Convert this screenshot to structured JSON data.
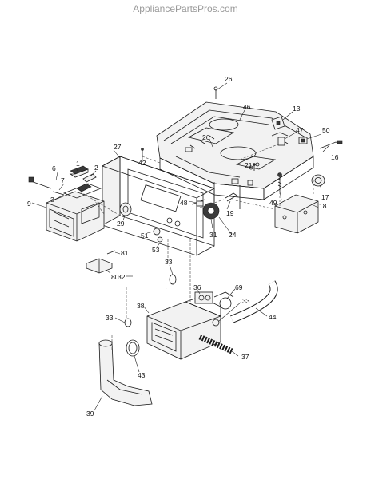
{
  "watermark": "AppliancePartsPros.com",
  "callouts": [
    {
      "id": "26a",
      "text": "26"
    },
    {
      "id": "46",
      "text": "46"
    },
    {
      "id": "13",
      "text": "13"
    },
    {
      "id": "47",
      "text": "47"
    },
    {
      "id": "50",
      "text": "50"
    },
    {
      "id": "27",
      "text": "27"
    },
    {
      "id": "26b",
      "text": "26"
    },
    {
      "id": "16",
      "text": "16"
    },
    {
      "id": "1",
      "text": "1"
    },
    {
      "id": "6",
      "text": "6"
    },
    {
      "id": "2",
      "text": "2"
    },
    {
      "id": "7",
      "text": "7"
    },
    {
      "id": "42",
      "text": "42"
    },
    {
      "id": "21",
      "text": "21"
    },
    {
      "id": "3",
      "text": "3"
    },
    {
      "id": "9",
      "text": "9"
    },
    {
      "id": "48",
      "text": "48"
    },
    {
      "id": "49",
      "text": "49"
    },
    {
      "id": "17",
      "text": "17"
    },
    {
      "id": "19",
      "text": "19"
    },
    {
      "id": "18",
      "text": "18"
    },
    {
      "id": "29",
      "text": "29"
    },
    {
      "id": "51",
      "text": "51"
    },
    {
      "id": "31",
      "text": "31"
    },
    {
      "id": "24",
      "text": "24"
    },
    {
      "id": "53",
      "text": "53"
    },
    {
      "id": "81",
      "text": "81"
    },
    {
      "id": "33a",
      "text": "33"
    },
    {
      "id": "80",
      "text": "80"
    },
    {
      "id": "32",
      "text": "32"
    },
    {
      "id": "69",
      "text": "69"
    },
    {
      "id": "36",
      "text": "36"
    },
    {
      "id": "33b",
      "text": "33"
    },
    {
      "id": "38",
      "text": "38"
    },
    {
      "id": "44",
      "text": "44"
    },
    {
      "id": "33c",
      "text": "33"
    },
    {
      "id": "37",
      "text": "37"
    },
    {
      "id": "43",
      "text": "43"
    },
    {
      "id": "39",
      "text": "39"
    }
  ]
}
